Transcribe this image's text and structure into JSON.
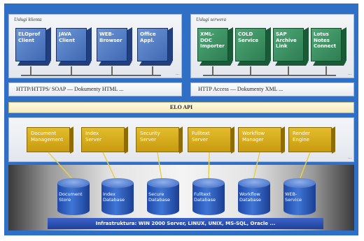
{
  "panels": {
    "client_title": "Usługi klienta",
    "server_title": "Usługi serwera",
    "client_bar": "HTTP/HTTPS/ SOAP — Dokumenty HTML ...",
    "server_bar": "HTTP Access — Dokumenty XML ...",
    "api": "ELO API",
    "ellipsis": "..."
  },
  "client_components": [
    {
      "line1": "ELOprof",
      "line2": "Client"
    },
    {
      "line1": "JAVA",
      "line2": "Client"
    },
    {
      "line1": "WEB-",
      "line2": "Browser"
    },
    {
      "line1": "Office",
      "line2": "Appl."
    }
  ],
  "server_components": [
    {
      "line1": "XML-",
      "line2": "DOC",
      "line3": "Importer"
    },
    {
      "line1": "COLD",
      "line2": "Service",
      "line3": ""
    },
    {
      "line1": "SAP",
      "line2": "Archive",
      "line3": "Link"
    },
    {
      "line1": "Lotus",
      "line2": "Notes",
      "line3": "Connect"
    }
  ],
  "servers": [
    {
      "line1": "Document",
      "line2": "Management"
    },
    {
      "line1": "Index",
      "line2": "Server"
    },
    {
      "line1": "Security",
      "line2": "Server"
    },
    {
      "line1": "Fulltext",
      "line2": "Server"
    },
    {
      "line1": "Workflow",
      "line2": "Manager"
    },
    {
      "line1": "Render",
      "line2": "Engine"
    }
  ],
  "databases": [
    {
      "line1": "Document",
      "line2": "Store"
    },
    {
      "line1": "Index",
      "line2": "Database"
    },
    {
      "line1": "Secure",
      "line2": "Database"
    },
    {
      "line1": "Fulltext",
      "line2": "Database"
    },
    {
      "line1": "Workflow",
      "line2": "Database"
    },
    {
      "line1": "WEB-",
      "line2": "Service"
    }
  ],
  "infrastructure": "Infrastruktura: WIN 2000 Server, LINUX, UNIX, MS-SQL, Oracle ...",
  "colors": {
    "frame": "#2f6fc6",
    "client_cube": "#4f7cc8",
    "server_cube": "#3a9466",
    "server_box": "#d6ab1e",
    "database": "#2e5fc2"
  }
}
